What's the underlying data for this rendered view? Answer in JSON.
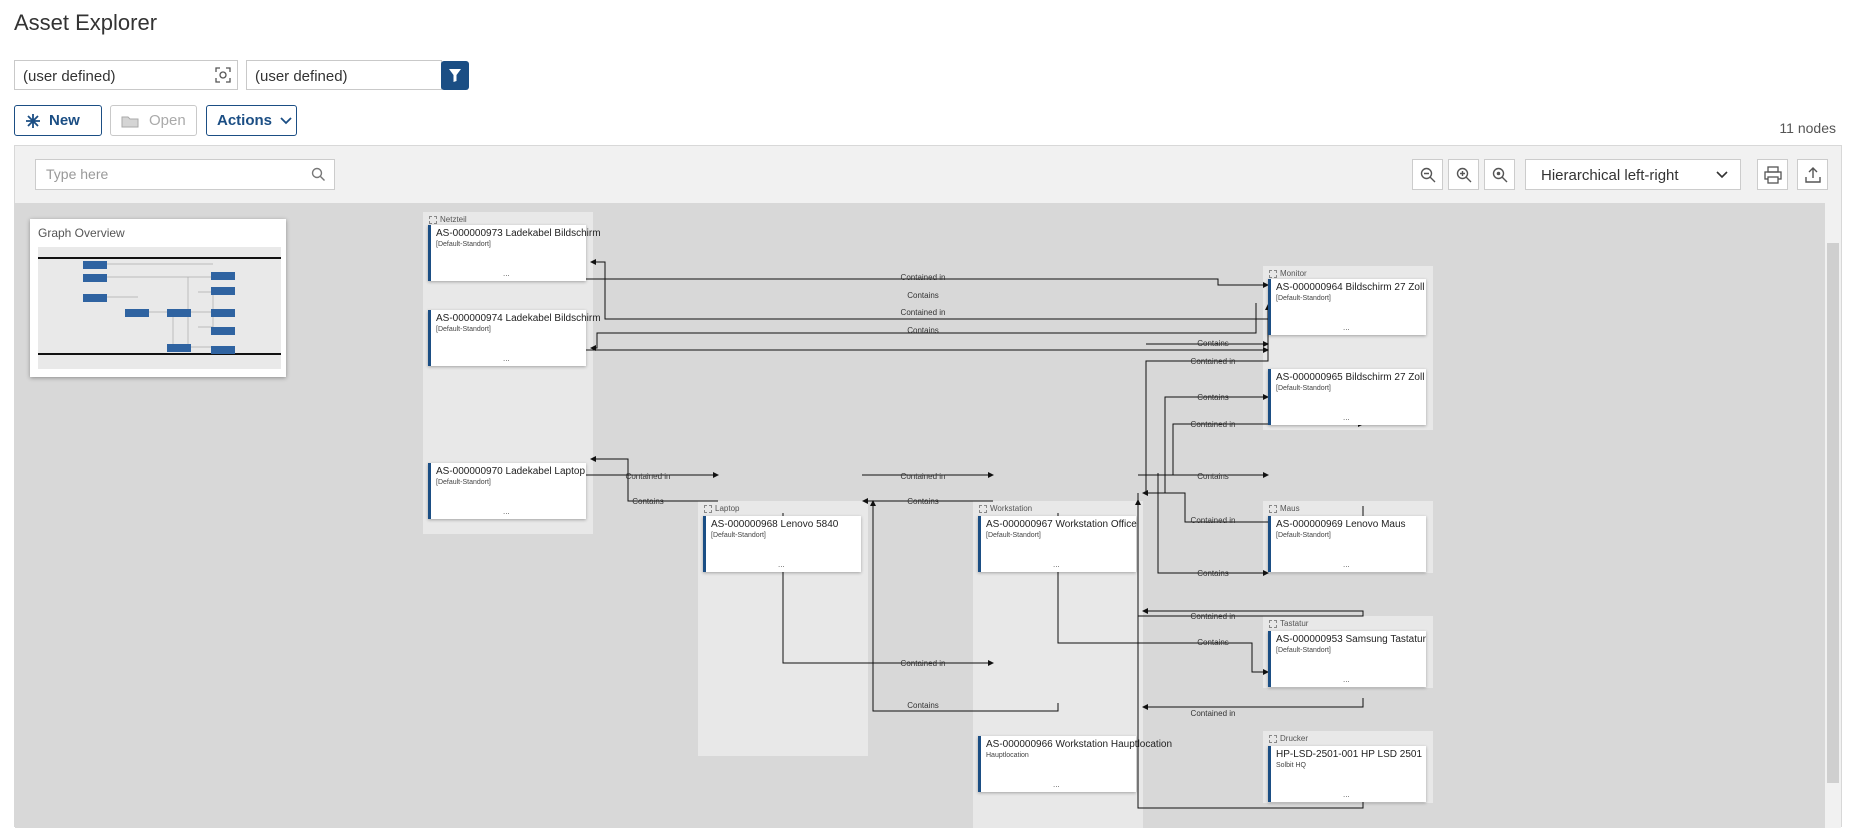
{
  "header": {
    "title": "Asset Explorer"
  },
  "filters": {
    "select1": "(user defined)",
    "select2": "(user defined)"
  },
  "toolbar": {
    "new_label": "New",
    "open_label": "Open",
    "actions_label": "Actions",
    "nodes_count": "11 nodes"
  },
  "graph": {
    "search_placeholder": "Type here",
    "layout": "Hierarchical left-right",
    "overview_title": "Graph Overview",
    "groups": {
      "netzteil": "Netzteil",
      "laptop": "Laptop",
      "workstation": "Workstation",
      "monitor": "Monitor",
      "maus": "Maus",
      "tastatur": "Tastatur",
      "drucker": "Drucker"
    },
    "nodes": {
      "n973": {
        "title": "AS-000000973 Ladekabel Bildschirm",
        "sub": "[Default-Standort]"
      },
      "n974": {
        "title": "AS-000000974 Ladekabel Bildschirm",
        "sub": "[Default-Standort]"
      },
      "n970": {
        "title": "AS-000000970 Ladekabel Laptop",
        "sub": "[Default-Standort]"
      },
      "n968": {
        "title": "AS-000000968 Lenovo 5840",
        "sub": "[Default-Standort]"
      },
      "n967": {
        "title": "AS-000000967 Workstation Office",
        "sub": "[Default-Standort]"
      },
      "n966": {
        "title": "AS-000000966 Workstation Hauptlocation",
        "sub": "Hauptlocation"
      },
      "n964": {
        "title": "AS-000000964 Bildschirm 27 Zoll",
        "sub": "[Default-Standort]"
      },
      "n965": {
        "title": "AS-000000965 Bildschirm 27 Zoll",
        "sub": "[Default-Standort]"
      },
      "n969": {
        "title": "AS-000000969 Lenovo Maus",
        "sub": "[Default-Standort]"
      },
      "n953": {
        "title": "AS-000000953 Samsung Tastatur",
        "sub": "[Default-Standort]"
      },
      "nhp": {
        "title": "HP-LSD-2501-001 HP LSD 2501",
        "sub": "Solbit HQ"
      }
    },
    "node_dots": "...",
    "edge_labels": {
      "contained_in": "Contained in",
      "contains": "Contains"
    }
  },
  "colors": {
    "accent": "#1b4e84",
    "canvas": "#d8d8d8",
    "group": "#e8e8e8"
  },
  "icons": [
    "scan-icon",
    "filter-icon",
    "asterisk-icon",
    "open-folder-icon",
    "chevron-down-icon",
    "search-icon",
    "zoom-out-icon",
    "zoom-in-icon",
    "zoom-fit-icon",
    "print-icon",
    "export-icon"
  ]
}
